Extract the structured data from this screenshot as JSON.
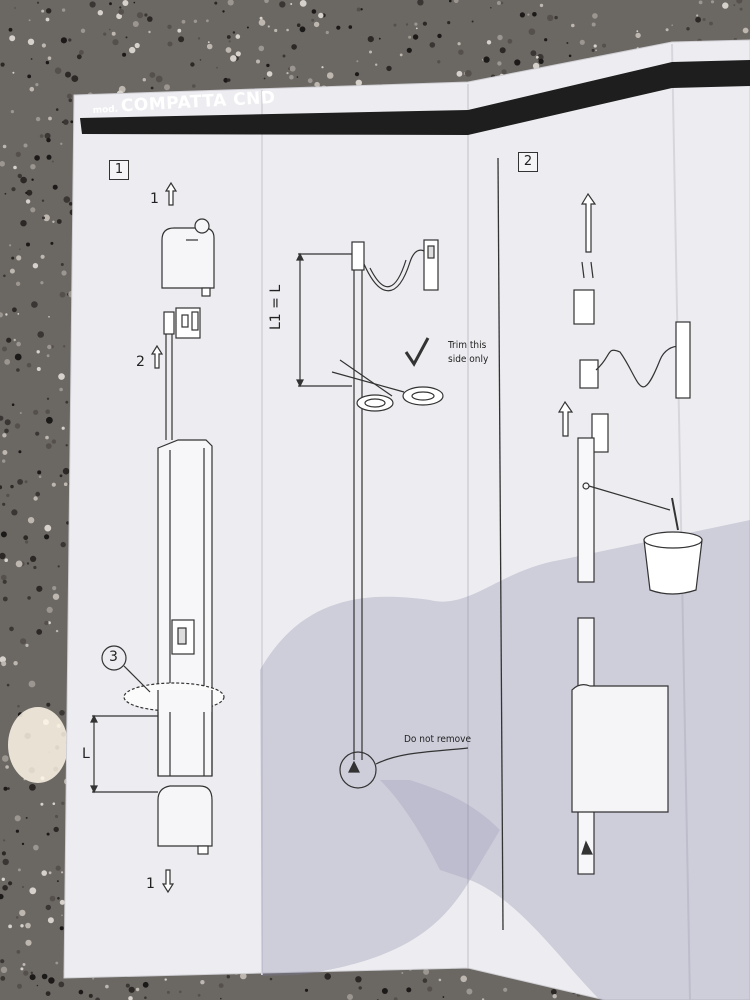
{
  "header": {
    "mod_label": "mod.",
    "model_name": "COMPATTA CND"
  },
  "panel1": {
    "step_number": "1",
    "arrow_labels": {
      "top": "1",
      "middle": "2",
      "bottom": "1"
    },
    "circle_callout": "3",
    "length_label": "L"
  },
  "panel_middle": {
    "dimension_label": "L1 = L",
    "trim_note_line1": "Trim this",
    "trim_note_line2": "side only",
    "do_not_remove": "Do not remove"
  },
  "panel2": {
    "step_number": "2"
  },
  "colors": {
    "paper": "#eeeef2",
    "ink": "#2a2a2a",
    "band": "#1e1e1e",
    "granite": "#6e6a66"
  }
}
